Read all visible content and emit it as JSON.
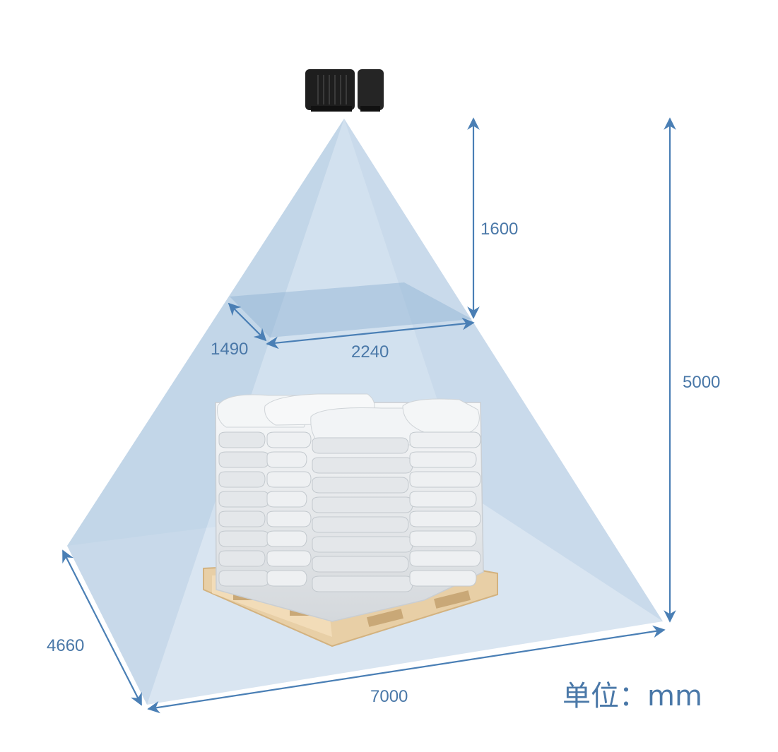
{
  "dimensions": {
    "top_height": "1600",
    "top_depth": "1490",
    "top_width": "2240",
    "total_height": "5000",
    "bottom_depth": "4660",
    "bottom_width": "7000"
  },
  "unit_label": "单位：mm",
  "colors": {
    "dimension_line": "#4a7fb5",
    "label_text": "#4a78a8",
    "fov_fill": "#7fa8cf",
    "pallet_wood": "#e8cfa6",
    "bags": "#e9ecef",
    "camera": "#1c1c1c"
  },
  "icons": [
    "3d-camera-icon",
    "pallet-icon"
  ]
}
